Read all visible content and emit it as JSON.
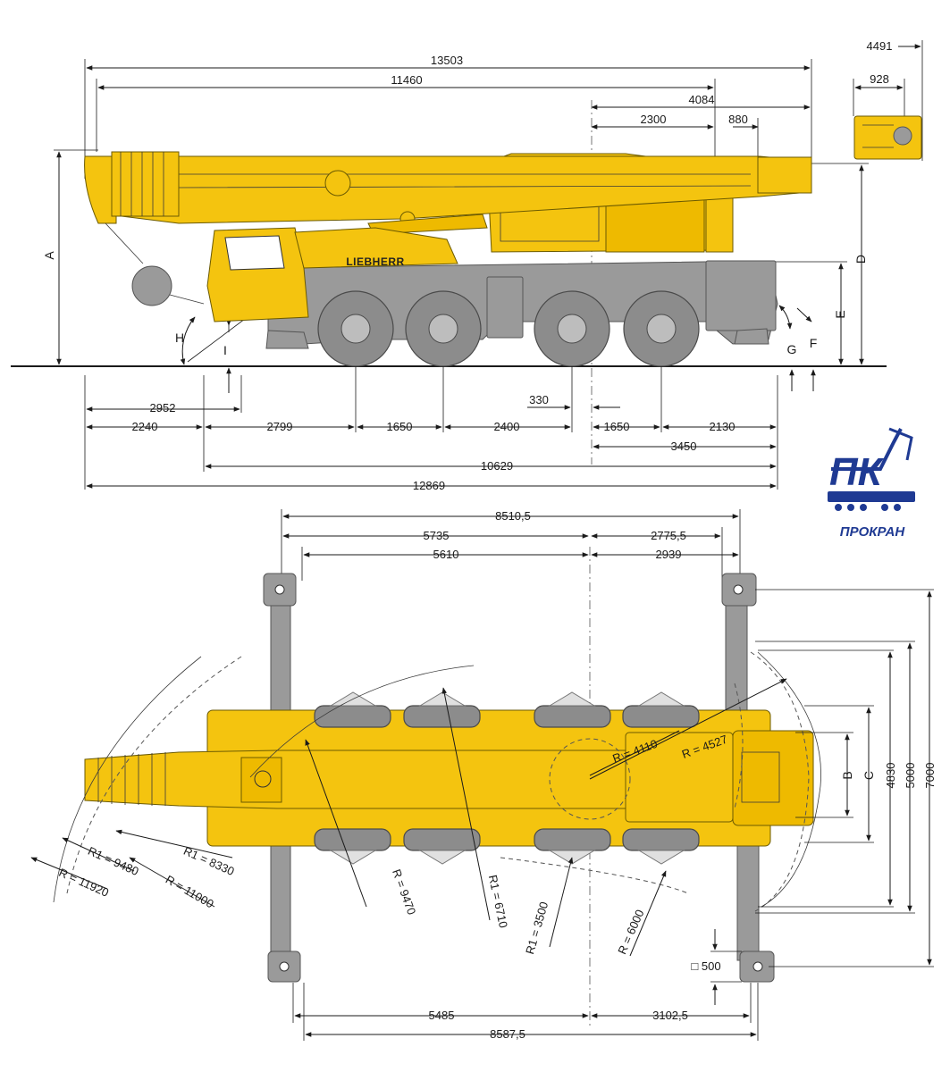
{
  "side_view": {
    "top_dims": [
      "13503",
      "11460",
      "4084",
      "2300",
      "880"
    ],
    "cab_dims": [
      "4491",
      "928"
    ],
    "height_letters": [
      "A",
      "H",
      "I",
      "D",
      "E",
      "G",
      "F"
    ],
    "bottom_dims": [
      "2952",
      "2240",
      "2799",
      "1650",
      "2400",
      "330",
      "1650",
      "2130",
      "3450",
      "10629",
      "12869"
    ],
    "brand": "LIEBHERR"
  },
  "top_view": {
    "top_dims": [
      "8510,5",
      "5735",
      "2775,5",
      "5610",
      "2939"
    ],
    "right_letters": [
      "B",
      "C"
    ],
    "right_dims": [
      "4830",
      "5000",
      "7000"
    ],
    "radii": [
      "R = 4110",
      "R = 4527",
      "R = 9470",
      "R1 = 6710",
      "R1 = 3500",
      "R = 6000",
      "R1 = 9480",
      "R1 = 8330",
      "R = 11920",
      "R = 11000"
    ],
    "pad_size": "□ 500",
    "bottom_dims": [
      "5485",
      "3102,5",
      "8587,5"
    ]
  },
  "logo": {
    "initials": "ПК",
    "name": "ПРОКРАН",
    "color": "#1f3a93"
  },
  "colors": {
    "crane_yellow": "#f4c40f",
    "chassis_grey": "#9a9a9a"
  }
}
